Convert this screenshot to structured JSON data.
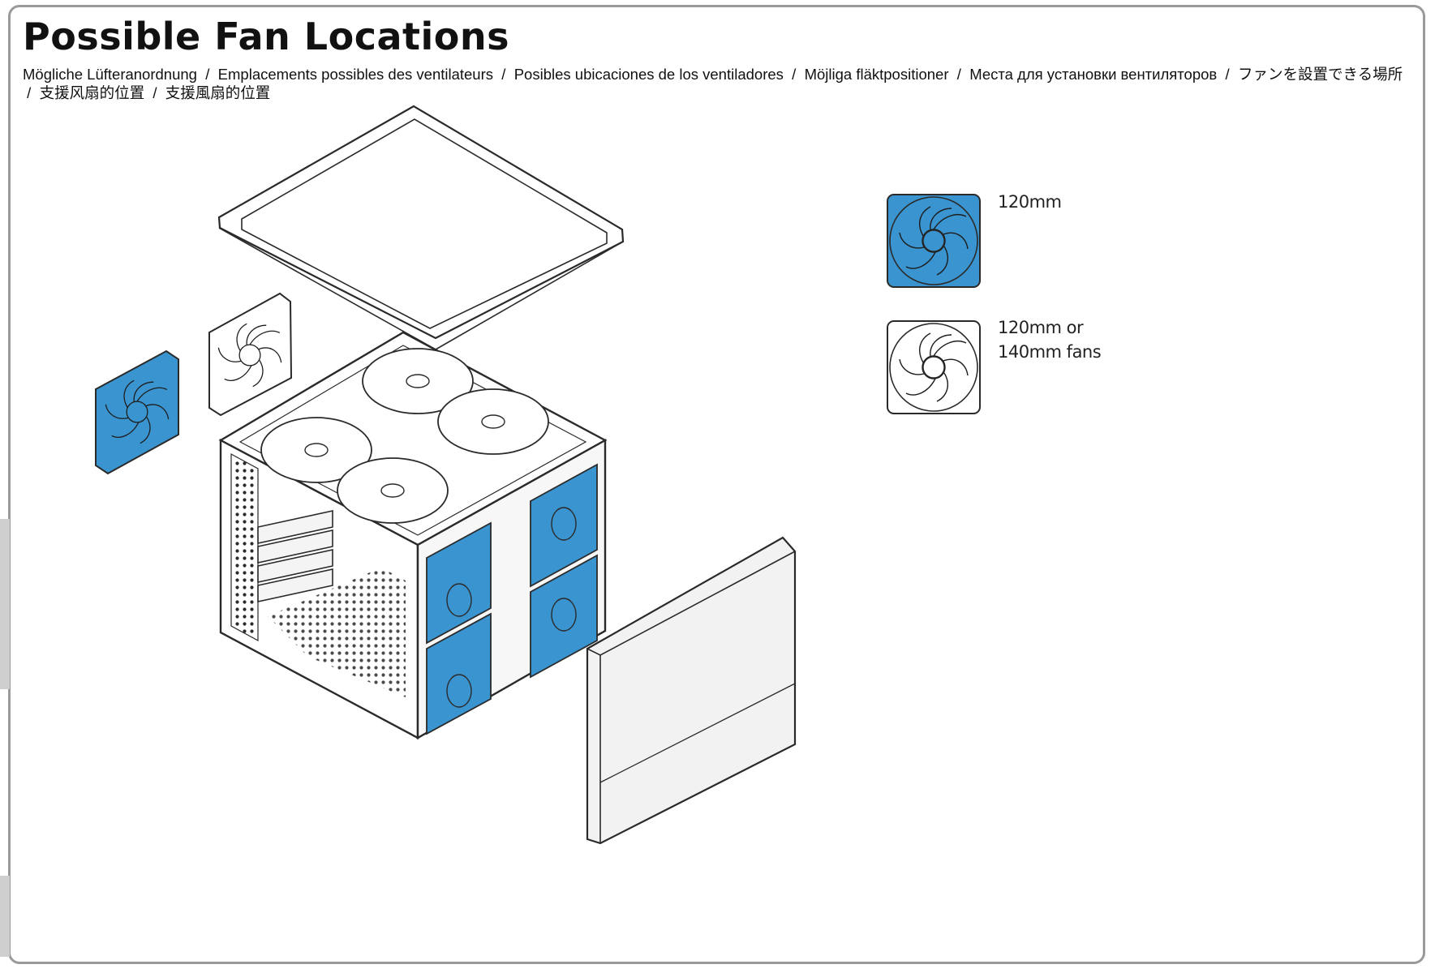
{
  "title": "Possible Fan Locations",
  "subtitle_parts": [
    "Mögliche Lüfteranordnung",
    "Emplacements possibles des ventilateurs",
    "Posibles ubicaciones de los ventiladores",
    "Möjliga fläktpositioner",
    "Места для установки вентиляторов",
    "ファンを設置できる場所",
    "支援风扇的位置",
    "支援風扇的位置"
  ],
  "separator": "/",
  "legend": {
    "item1_label": "120mm",
    "item2_line1": "120mm or",
    "item2_line2": "140mm fans"
  },
  "colors": {
    "fan_blue": "#3a94cf",
    "outline": "#2a2a2a",
    "panel_fill": "#f2f2f2"
  },
  "icons": [
    "fan-120mm-icon",
    "fan-120-140mm-icon"
  ]
}
